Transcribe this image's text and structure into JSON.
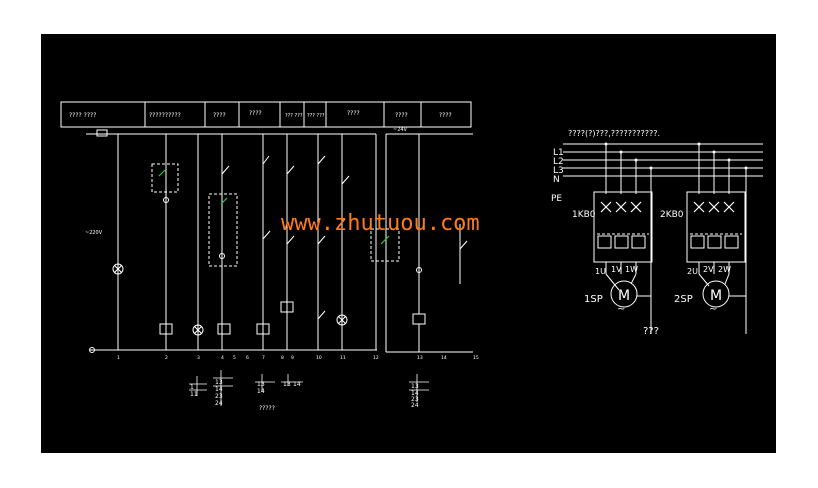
{
  "header_cells": [
    "???? ????",
    "??????????",
    "????",
    "????",
    "??? ???",
    "??? ???",
    "????",
    "????",
    "????"
  ],
  "supply_title": "????(?)???,???????????.",
  "bus_labels": [
    "L1",
    "L2",
    "L3",
    "N",
    "PE"
  ],
  "breaker_1": "1KB0",
  "breaker_2": "2KB0",
  "motor_1_terminals": [
    "1U",
    "1V",
    "1W"
  ],
  "motor_2_terminals": [
    "2U",
    "2V",
    "2W"
  ],
  "motor_1_label": "1SP",
  "motor_2_label": "2SP",
  "motor_symbol": "M",
  "motor_caption": "???",
  "watermark": "www.zhutuou.com",
  "control_caption": "?????",
  "voltage_label": "~220V",
  "voltage_label_2": "~24V",
  "column_numbers": [
    "1",
    "2",
    "3",
    "4",
    "5",
    "6",
    "7",
    "8",
    "9",
    "10",
    "11",
    "12",
    "13",
    "14",
    "15"
  ],
  "contact_tables": [
    [
      "1",
      "11"
    ],
    [
      "13",
      "14",
      "23",
      "24"
    ],
    [
      "13",
      "14"
    ],
    [
      "13",
      "14"
    ],
    [
      "13",
      "14",
      "23",
      "24"
    ]
  ],
  "colors": {
    "background": "#000000",
    "lines": "#ffffff",
    "watermark": "#ff7a1a",
    "accent_green": "#22cc44"
  }
}
